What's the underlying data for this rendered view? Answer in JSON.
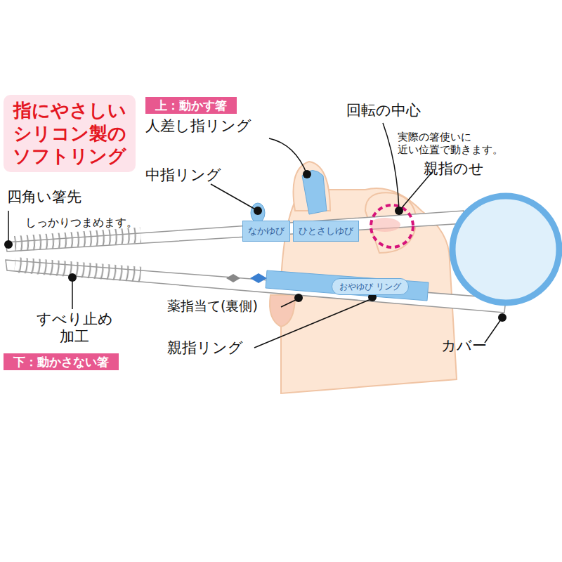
{
  "diagram": {
    "nodes": [
      {
        "text": [
          "指にやさしい シリコン製の ソフトリング"
        ]
      },
      {
        "text": [
          "上：動かす箸"
        ]
      },
      {
        "text": [
          "下：動かさない箸"
        ]
      },
      {
        "text": [
          "なかゆび"
        ]
      },
      {
        "text": [
          "ひとさしゆび"
        ]
      },
      {
        "text": [
          "おやゆび リング"
        ]
      }
    ],
    "labels": [
      "人差し指リング",
      "回転の中心",
      "実際の箸使いに 近い位置で動きます。",
      "親指のせ",
      "中指リング",
      "四角い箸先",
      "しっかりつまめます。",
      "すべり止め 加工",
      "薬指当て(裏側)",
      "親指リング",
      "カバー"
    ]
  }
}
